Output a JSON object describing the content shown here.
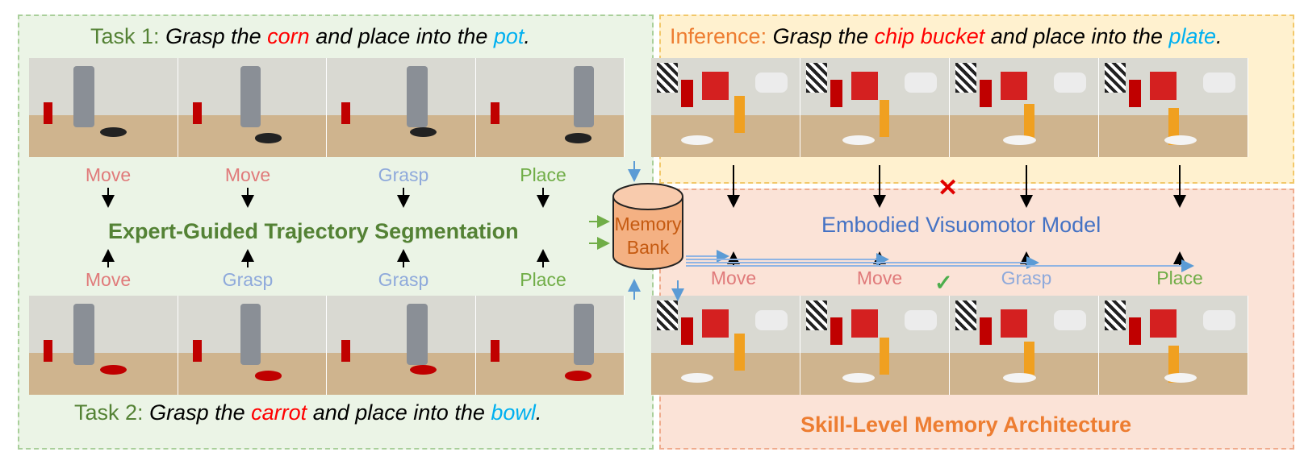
{
  "task1": {
    "prefix": "Task 1:",
    "pre": "Grasp the",
    "object": "corn",
    "mid": "and place into the",
    "target": "pot",
    "end": "."
  },
  "task2": {
    "prefix": "Task 2:",
    "pre": "Grasp the",
    "object": "carrot",
    "mid": "and place into the",
    "target": "bowl",
    "end": "."
  },
  "inference": {
    "prefix": "Inference:",
    "pre": "Grasp the",
    "object": "chip bucket",
    "mid": "and place into the",
    "target": "plate",
    "end": "."
  },
  "top_skills": [
    "Move",
    "Move",
    "Grasp",
    "Place"
  ],
  "bottom_skills": [
    "Move",
    "Grasp",
    "Grasp",
    "Place"
  ],
  "right_skills": [
    "Move",
    "Move",
    "Grasp",
    "Place"
  ],
  "segmentation_title": "Expert-Guided Trajectory Segmentation",
  "memory_bank": [
    "Memory",
    "Bank"
  ],
  "model_title": "Embodied Visuomotor Model",
  "architecture_title": "Skill-Level Memory Architecture",
  "marks": {
    "cross": "✕",
    "check": "✓"
  },
  "colors": {
    "move": "#e07a7a",
    "grasp": "#8ea9db",
    "place": "#70ad47",
    "object_red": "#ff0000",
    "target_blue": "#00b0f0",
    "task_green": "#548235",
    "inference_orange": "#ed7d31"
  }
}
